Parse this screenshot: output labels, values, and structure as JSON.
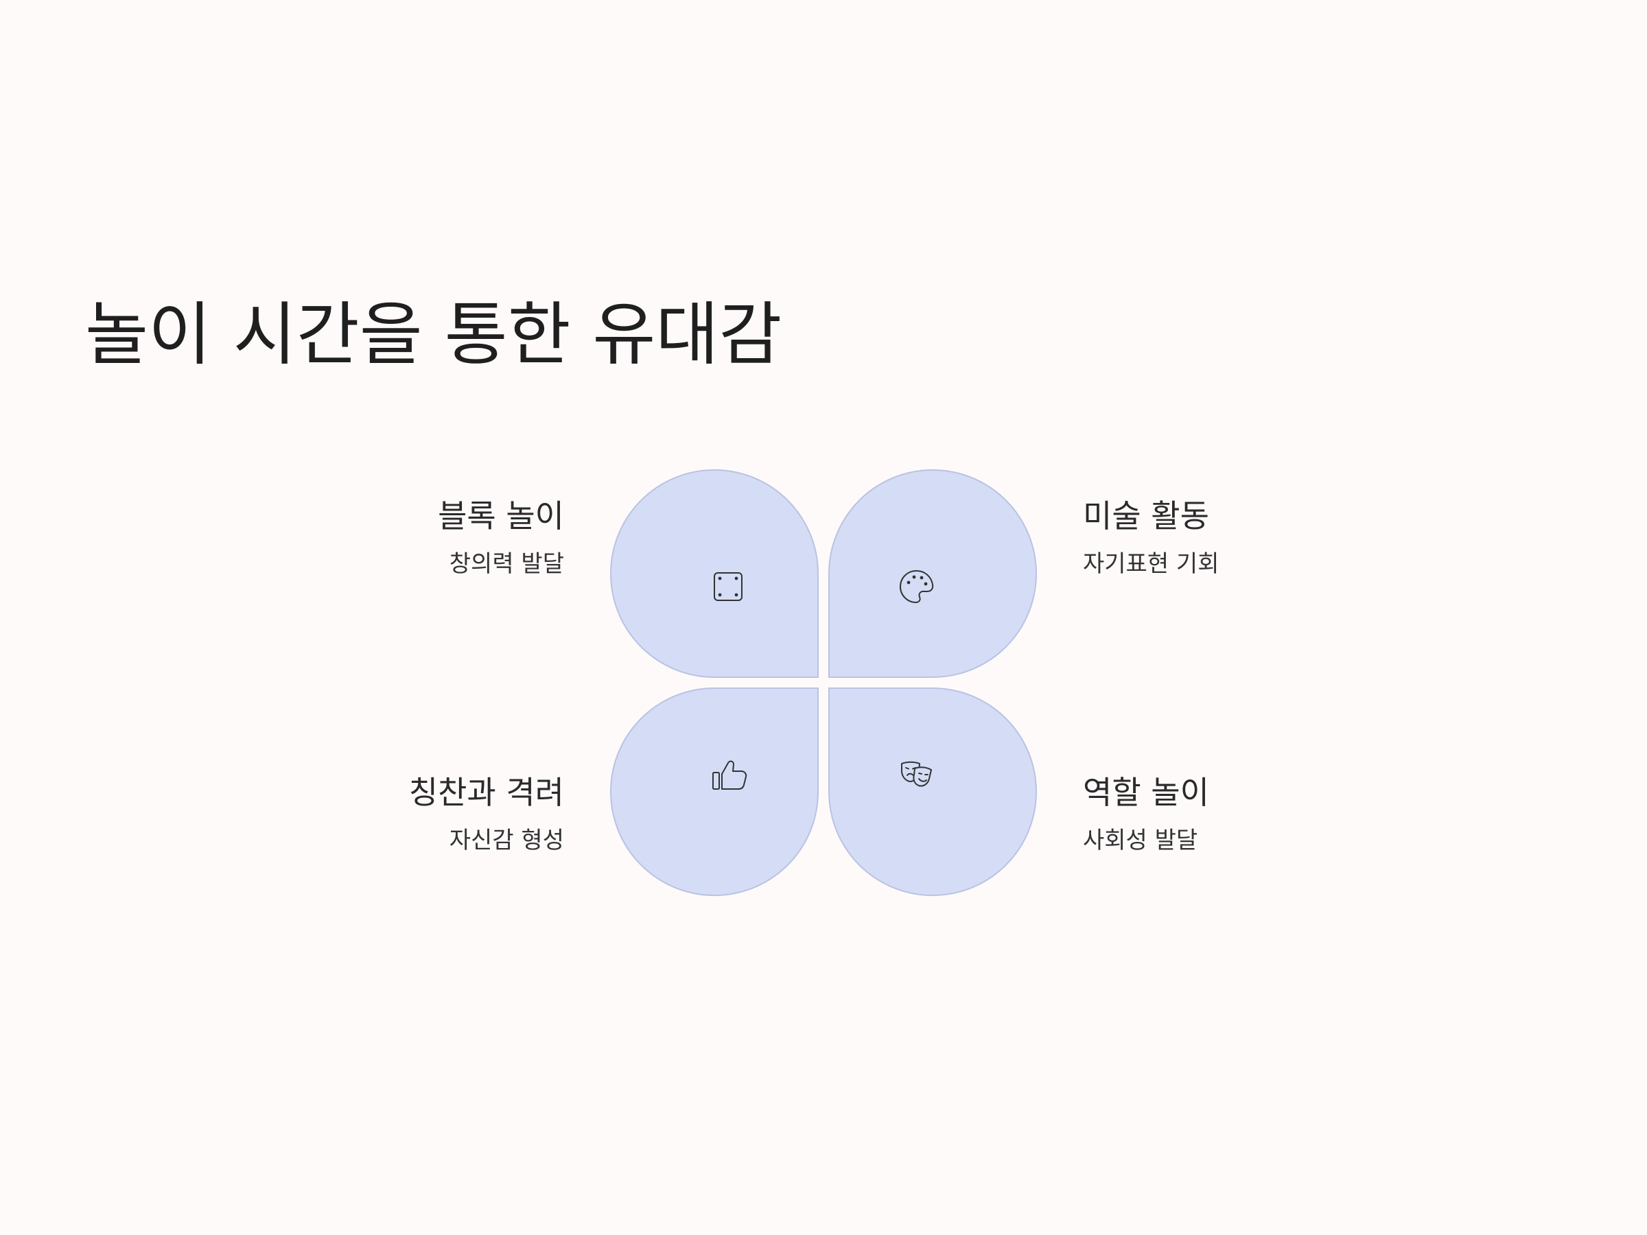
{
  "title": "놀이 시간을 통한 유대감",
  "colors": {
    "background": "#fffafa",
    "petal_fill": "#d4ddf5",
    "petal_stroke": "#b9c3e2",
    "text": "#222222"
  },
  "items": [
    {
      "heading": "블록 놀이",
      "subtext": "창의력 발달",
      "icon": "square-icon"
    },
    {
      "heading": "미술 활동",
      "subtext": "자기표현 기회",
      "icon": "palette-icon"
    },
    {
      "heading": "칭찬과 격려",
      "subtext": "자신감 형성",
      "icon": "thumbs-up-icon"
    },
    {
      "heading": "역할 놀이",
      "subtext": "사회성 발달",
      "icon": "theater-masks-icon"
    }
  ]
}
